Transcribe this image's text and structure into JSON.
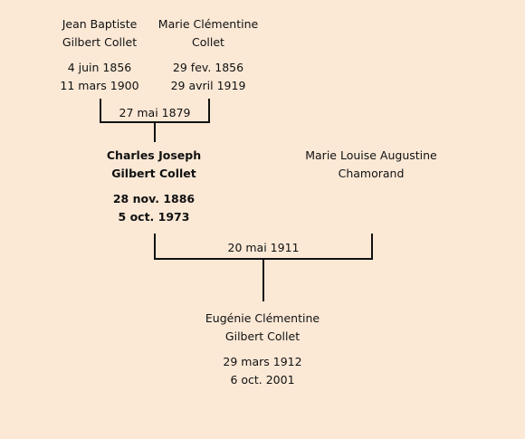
{
  "persons": {
    "father": {
      "name_line1": "Jean Baptiste",
      "name_line2": "Gilbert Collet",
      "birth": "4 juin 1856",
      "death": "11 mars 1900"
    },
    "mother": {
      "name_line1": "Marie Clémentine",
      "name_line2": "Collet",
      "birth": "29 fev. 1856",
      "death": "29 avril 1919"
    },
    "subject": {
      "name_line1": "Charles Joseph",
      "name_line2": "Gilbert Collet",
      "birth": "28 nov. 1886",
      "death": "5 oct. 1973"
    },
    "spouse": {
      "name_line1": "Marie Louise Augustine",
      "name_line2": "Chamorand"
    },
    "child": {
      "name_line1": "Eugénie Clémentine",
      "name_line2": "Gilbert Collet",
      "birth": "29 mars 1912",
      "death": "6 oct. 2001"
    }
  },
  "marriages": {
    "parents": "27 mai 1879",
    "subject": "20 mai 1911"
  }
}
